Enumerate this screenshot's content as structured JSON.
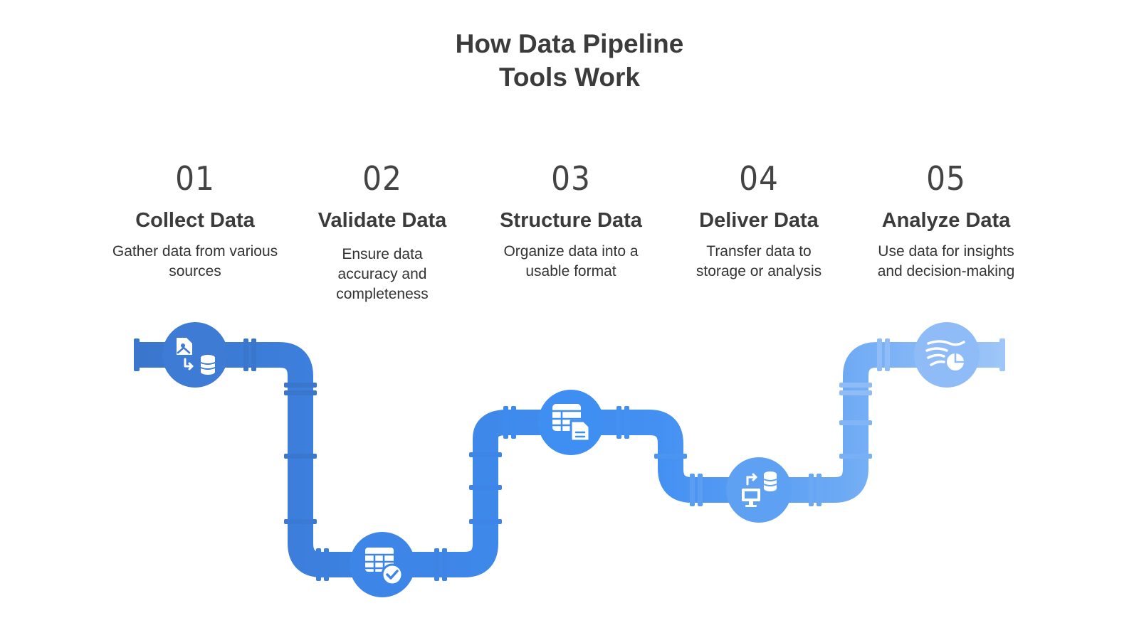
{
  "title": {
    "line1": "How Data Pipeline",
    "line2": "Tools Work"
  },
  "steps": [
    {
      "number": "01",
      "title": "Collect Data",
      "description": "Gather data from various sources",
      "icon": "image-to-database-icon",
      "color": "#3d7bd4"
    },
    {
      "number": "02",
      "title": "Validate Data",
      "description": "Ensure data accuracy and completeness",
      "icon": "table-check-icon",
      "color": "#3d86e8"
    },
    {
      "number": "03",
      "title": "Structure Data",
      "description": "Organize data into a usable format",
      "icon": "table-document-icon",
      "color": "#3f8ff3"
    },
    {
      "number": "04",
      "title": "Deliver Data",
      "description": "Transfer data to storage or analysis",
      "icon": "monitor-transfer-database-icon",
      "color": "#5ea0f2"
    },
    {
      "number": "05",
      "title": "Analyze Data",
      "description": "Use data for insights and decision-making",
      "icon": "flow-pie-chart-icon",
      "color": "#8fbcf6"
    }
  ]
}
